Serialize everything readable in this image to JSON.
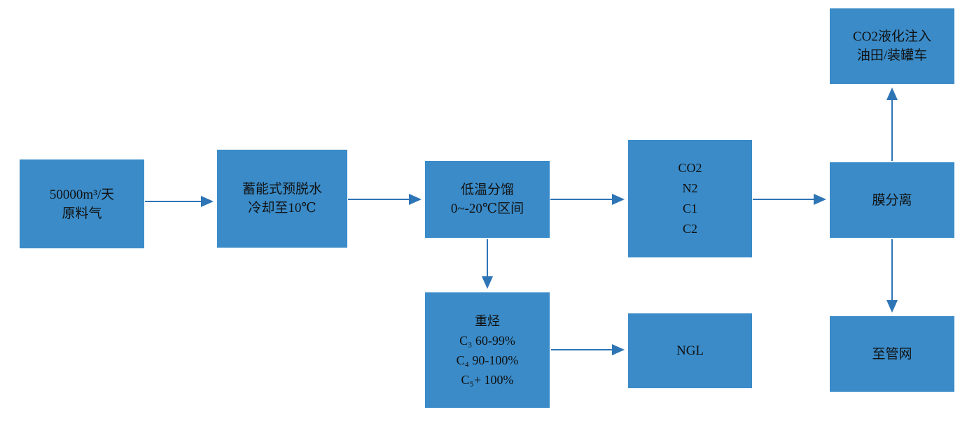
{
  "diagram": {
    "type": "flowchart",
    "description": "Natural gas processing flow diagram",
    "colors": {
      "node_fill": "#3A8BC8",
      "arrow": "#2E75B6",
      "text": "#111111",
      "background": "#FFFFFF"
    },
    "nodes": {
      "raw_gas": {
        "lines": [
          "50000m³/天",
          "原料气"
        ]
      },
      "predehydration": {
        "lines": [
          "蓄能式预脱水",
          "冷却至10℃"
        ]
      },
      "fractionation": {
        "lines": [
          "低温分馏",
          "0~-20℃区间"
        ]
      },
      "gas_mix": {
        "lines": [
          "CO2",
          "N2",
          "C1",
          "C2"
        ]
      },
      "membrane": {
        "lines": [
          "膜分离"
        ]
      },
      "co2_liquefaction": {
        "lines": [
          "CO2液化注入",
          "油田/装罐车"
        ]
      },
      "heavy_hydrocarbons": {
        "lines": [
          "重烃",
          "C₃ 60-99%",
          "C₄ 90-100%",
          "C₅+ 100%"
        ]
      },
      "ngl": {
        "lines": [
          "NGL"
        ]
      },
      "pipeline": {
        "lines": [
          "至管网"
        ]
      }
    },
    "edges": [
      {
        "from": "raw_gas",
        "to": "predehydration"
      },
      {
        "from": "predehydration",
        "to": "fractionation"
      },
      {
        "from": "fractionation",
        "to": "gas_mix"
      },
      {
        "from": "gas_mix",
        "to": "membrane"
      },
      {
        "from": "membrane",
        "to": "co2_liquefaction"
      },
      {
        "from": "membrane",
        "to": "pipeline"
      },
      {
        "from": "fractionation",
        "to": "heavy_hydrocarbons"
      },
      {
        "from": "heavy_hydrocarbons",
        "to": "ngl"
      }
    ]
  }
}
